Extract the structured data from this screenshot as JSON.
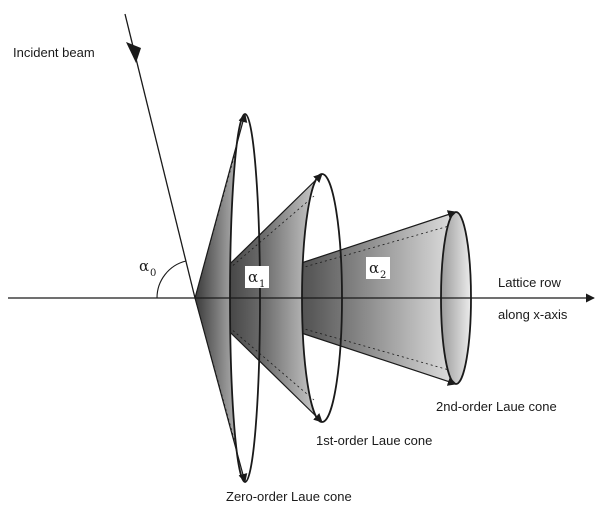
{
  "labels": {
    "incident_beam": "Incident beam",
    "lattice_row_line1": "Lattice row",
    "lattice_row_line2": "along x-axis",
    "zero_order_cone": "Zero-order Laue cone",
    "first_order_cone": "1st-order Laue cone",
    "second_order_cone": "2nd-order Laue cone",
    "alpha_symbol": "α",
    "alpha0_sub": "0",
    "alpha1_sub": "1",
    "alpha2_sub": "2"
  },
  "colors": {
    "ink": "#1a1a1a",
    "cone_fill_light": "#d6d6d6",
    "cone_fill_dark": "#0e0e0e",
    "background": "#ffffff"
  }
}
